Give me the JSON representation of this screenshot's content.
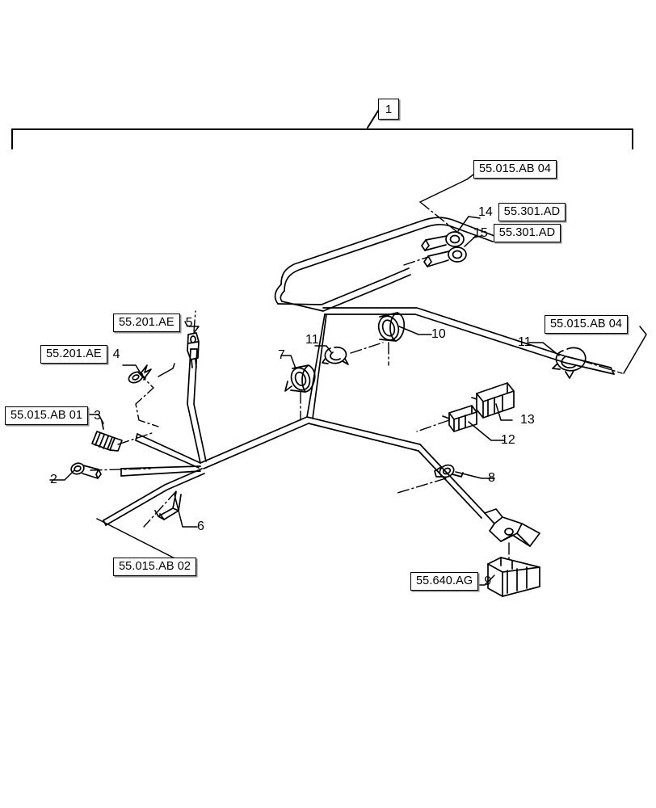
{
  "diagram": {
    "title": "Wiring harness assembly exploded view",
    "background_color": "#ffffff",
    "line_color": "#000000",
    "assembly_bracket": {
      "item_number": "1"
    },
    "reference_labels": [
      {
        "id": "ref-ab04-top",
        "text": "55.015.AB 04",
        "item": ""
      },
      {
        "id": "ref-ad-14",
        "text": "55.301.AD",
        "item": "14"
      },
      {
        "id": "ref-ad-15",
        "text": "55.301.AD",
        "item": "15"
      },
      {
        "id": "ref-ae-5",
        "text": "55.201.AE",
        "item": "5"
      },
      {
        "id": "ref-ae-4",
        "text": "55.201.AE",
        "item": "4"
      },
      {
        "id": "ref-ab01",
        "text": "55.015.AB 01",
        "item": "3"
      },
      {
        "id": "ref-ab02",
        "text": "55.015.AB 02",
        "item": ""
      },
      {
        "id": "ref-ab04-right",
        "text": "55.015.AB 04",
        "item": ""
      },
      {
        "id": "ref-ag",
        "text": "55.640.AG",
        "item": "9"
      }
    ],
    "item_numbers": [
      {
        "id": "num-1",
        "label": "1"
      },
      {
        "id": "num-2",
        "label": "2"
      },
      {
        "id": "num-3",
        "label": "3"
      },
      {
        "id": "num-4",
        "label": "4"
      },
      {
        "id": "num-5",
        "label": "5"
      },
      {
        "id": "num-6",
        "label": "6"
      },
      {
        "id": "num-7",
        "label": "7"
      },
      {
        "id": "num-8",
        "label": "8"
      },
      {
        "id": "num-9",
        "label": "9"
      },
      {
        "id": "num-10",
        "label": "10"
      },
      {
        "id": "num-11",
        "label": "11"
      },
      {
        "id": "num-11b",
        "label": "11"
      },
      {
        "id": "num-12",
        "label": "12"
      },
      {
        "id": "num-13",
        "label": "13"
      },
      {
        "id": "num-14",
        "label": "14"
      },
      {
        "id": "num-15",
        "label": "15"
      }
    ],
    "components": [
      {
        "id": "ring-terminal-14",
        "name": "ring-terminal",
        "item": "14"
      },
      {
        "id": "ring-terminal-15",
        "name": "ring-terminal",
        "item": "15"
      },
      {
        "id": "ring-terminal-2",
        "name": "ring-terminal",
        "item": "2"
      },
      {
        "id": "ring-terminal-4",
        "name": "ring-terminal",
        "item": "4"
      },
      {
        "id": "ring-terminal-8",
        "name": "ring-terminal",
        "item": "8"
      },
      {
        "id": "splice-connector-3",
        "name": "splice-connector",
        "item": "3"
      },
      {
        "id": "inline-terminal-5",
        "name": "inline-terminal",
        "item": "5"
      },
      {
        "id": "strap-clip-6",
        "name": "strap-clip",
        "item": "6"
      },
      {
        "id": "grommet-7",
        "name": "grommet",
        "item": "7"
      },
      {
        "id": "grommet-10",
        "name": "grommet",
        "item": "10"
      },
      {
        "id": "cable-clip-11a",
        "name": "cable-clip",
        "item": "11"
      },
      {
        "id": "cable-clip-11b",
        "name": "cable-clip",
        "item": "11"
      },
      {
        "id": "connector-12",
        "name": "small-connector",
        "item": "12"
      },
      {
        "id": "connector-13",
        "name": "large-connector",
        "item": "13"
      },
      {
        "id": "connector-9",
        "name": "blade-connector-housing",
        "item": "9"
      }
    ]
  }
}
